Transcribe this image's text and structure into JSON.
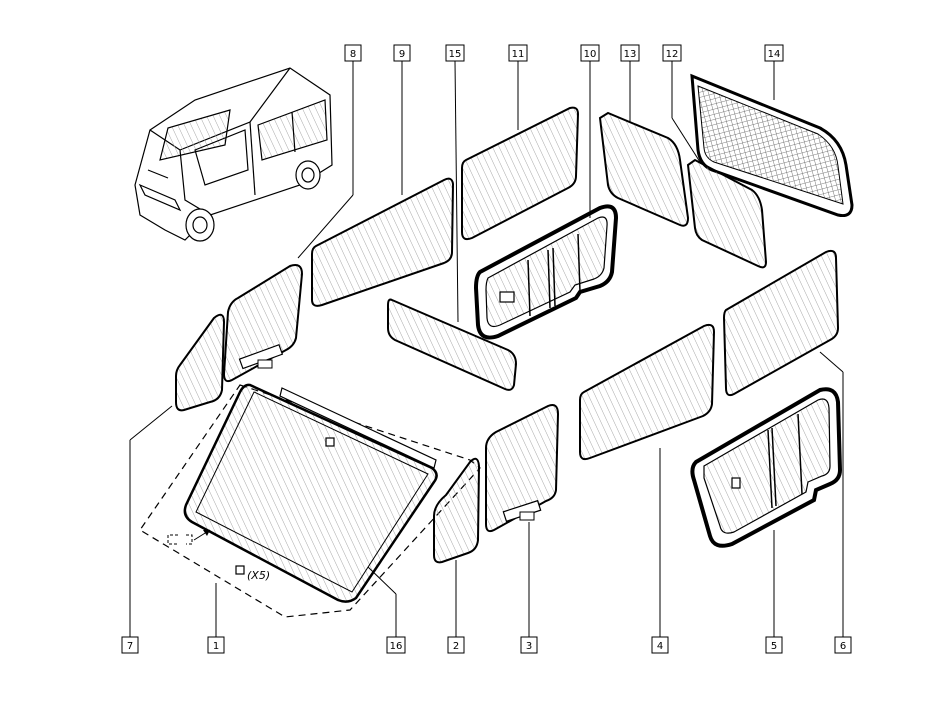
{
  "callouts": [
    {
      "id": "c8",
      "number": "8"
    },
    {
      "id": "c9",
      "number": "9"
    },
    {
      "id": "c15",
      "number": "15"
    },
    {
      "id": "c11",
      "number": "11"
    },
    {
      "id": "c10",
      "number": "10"
    },
    {
      "id": "c13",
      "number": "13"
    },
    {
      "id": "c12",
      "number": "12"
    },
    {
      "id": "c14",
      "number": "14"
    },
    {
      "id": "c7",
      "number": "7"
    },
    {
      "id": "c1",
      "number": "1"
    },
    {
      "id": "c16",
      "number": "16"
    },
    {
      "id": "c2",
      "number": "2"
    },
    {
      "id": "c3",
      "number": "3"
    },
    {
      "id": "c4",
      "number": "4"
    },
    {
      "id": "c5",
      "number": "5"
    },
    {
      "id": "c6",
      "number": "6"
    }
  ],
  "windshield_note": "(X5)",
  "colors": {
    "line": "#000000",
    "hatch": "#9a9a9a",
    "background": "#ffffff"
  }
}
